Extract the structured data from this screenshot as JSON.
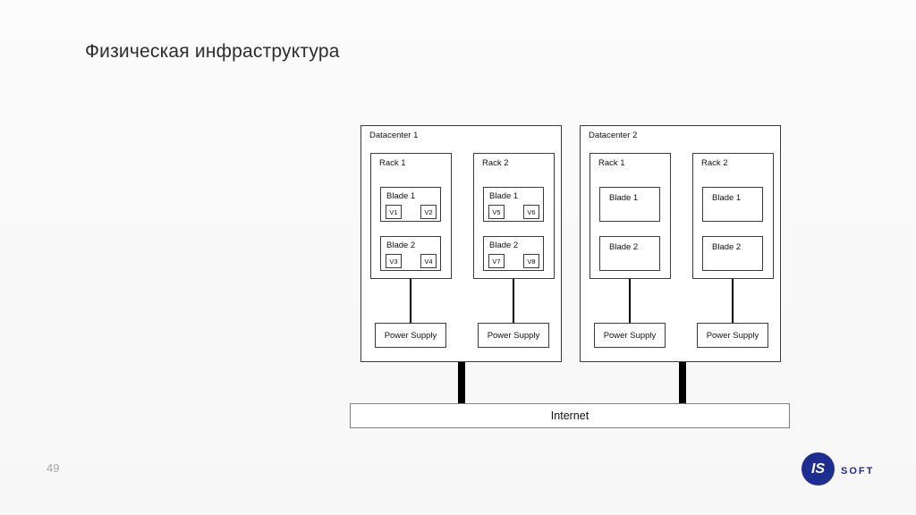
{
  "slide": {
    "title": "Физическая инфраструктура",
    "page_number": "49",
    "logo": {
      "circle_text": "IS",
      "brand_text": "SOFT"
    }
  },
  "colors": {
    "logo_navy": "#1e2d90",
    "box_border": "#3c3c3c",
    "internet_border": "#7f7f7f",
    "connector_black": "#000000",
    "page_number_gray": "#a6a6a6"
  },
  "diagram": {
    "internet_label": "Internet",
    "datacenters": [
      {
        "label": "Datacenter 1",
        "racks": [
          {
            "label": "Rack 1",
            "blades": [
              {
                "label": "Blade 1",
                "vms": [
                  "V1",
                  "V2"
                ]
              },
              {
                "label": "Blade 2",
                "vms": [
                  "V3",
                  "V4"
                ]
              }
            ],
            "power_label": "Power Supply"
          },
          {
            "label": "Rack 2",
            "blades": [
              {
                "label": "Blade 1",
                "vms": [
                  "V5",
                  "V6"
                ]
              },
              {
                "label": "Blade 2",
                "vms": [
                  "V7",
                  "V8"
                ]
              }
            ],
            "power_label": "Power Supply"
          }
        ]
      },
      {
        "label": "Datacenter 2",
        "racks": [
          {
            "label": "Rack 1",
            "blades": [
              {
                "label": "Blade 1",
                "vms": []
              },
              {
                "label": "Blade 2",
                "vms": []
              }
            ],
            "power_label": "Power Supply"
          },
          {
            "label": "Rack 2",
            "blades": [
              {
                "label": "Blade 1",
                "vms": []
              },
              {
                "label": "Blade 2",
                "vms": []
              }
            ],
            "power_label": "Power Supply"
          }
        ]
      }
    ]
  }
}
